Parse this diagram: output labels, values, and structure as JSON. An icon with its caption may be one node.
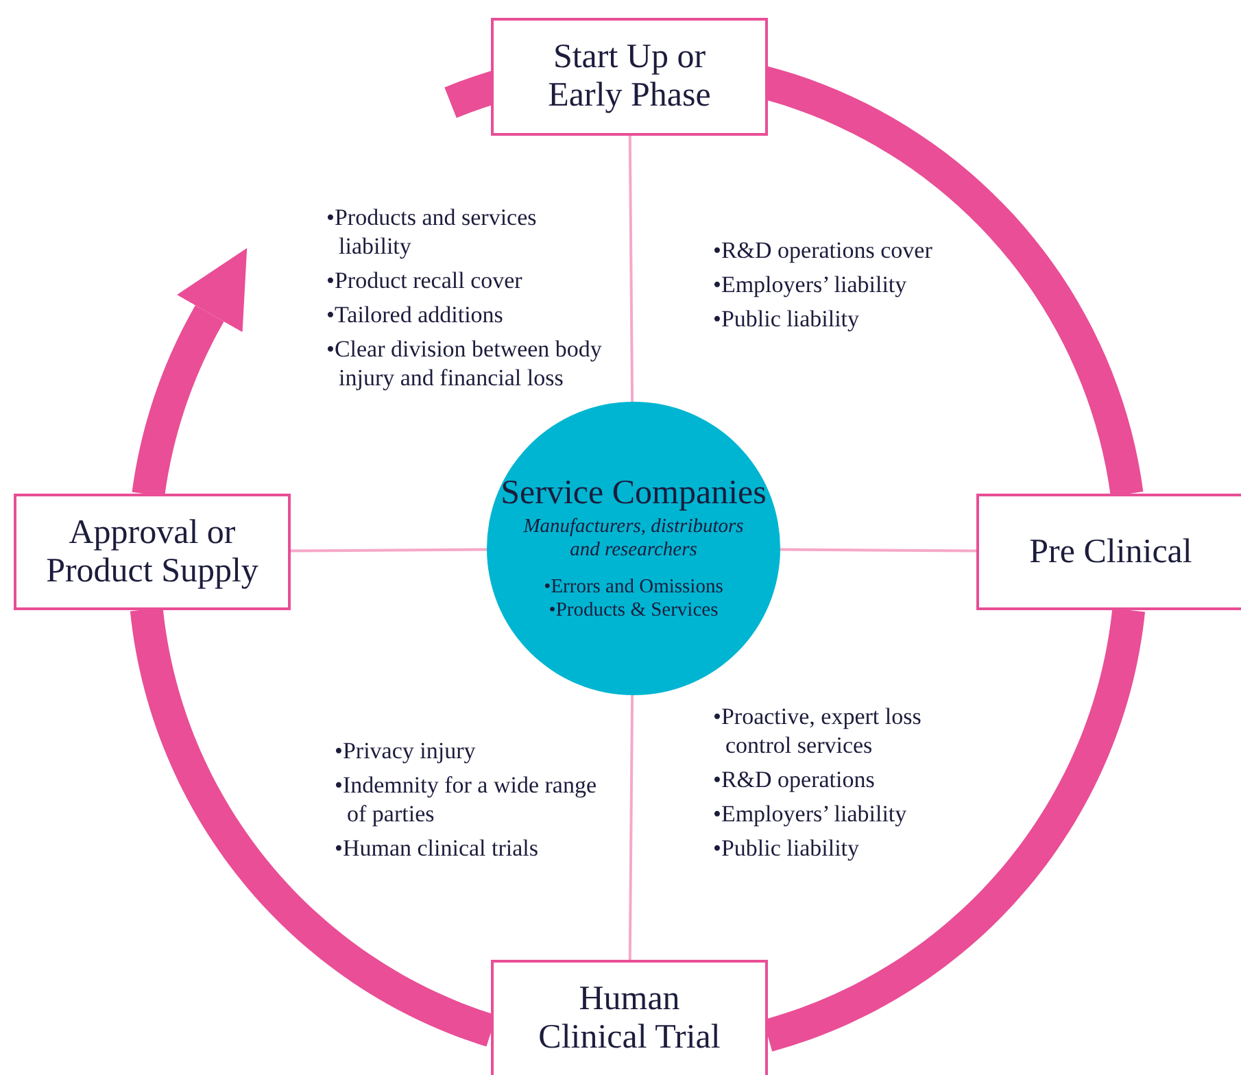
{
  "diagram": {
    "nodes": [
      {
        "text": [
          "Start Up or Early Phase"
        ]
      },
      {
        "text": [
          "Pre Clinical"
        ]
      },
      {
        "text": [
          "Human Clinical Trial"
        ]
      },
      {
        "text": [
          "Approval or Product Supply"
        ]
      },
      {
        "text": [
          "Service Companies",
          "Manufacturers, distributors and researchers",
          "•Errors and Omissions",
          "•Products & Services"
        ]
      }
    ],
    "edges": [
      {
        "from": 0,
        "to": 1,
        "arrow": "none",
        "style": "thick",
        "color": "#e94e96"
      },
      {
        "from": 1,
        "to": 2,
        "arrow": "none",
        "style": "thick",
        "color": "#e94e96"
      },
      {
        "from": 2,
        "to": 3,
        "arrow": "none",
        "style": "thick",
        "color": "#e94e96"
      },
      {
        "from": 3,
        "to": null,
        "arrow": "to",
        "style": "thick",
        "color": "#e94e96"
      },
      {
        "from": 4,
        "to": 0,
        "arrow": "none",
        "color": "#f6a8c9"
      },
      {
        "from": 4,
        "to": 1,
        "arrow": "none",
        "color": "#f6a8c9"
      },
      {
        "from": 4,
        "to": 2,
        "arrow": "none",
        "color": "#f6a8c9"
      },
      {
        "from": 4,
        "to": 3,
        "arrow": "none",
        "color": "#f6a8c9"
      }
    ],
    "labels": [
      "•Products and services liability",
      "•Product recall cover",
      "•Tailored additions",
      "•Clear division between body injury and financial loss",
      "•R&D operations cover",
      "•Employers’ liability",
      "•Public liability",
      "•Privacy injury",
      "•Indemnity for a wide range of parties",
      "•Human clinical trials",
      "•Proactive, expert loss control services",
      "•R&D operations",
      "•Employers’ liability",
      "•Public liability"
    ]
  }
}
